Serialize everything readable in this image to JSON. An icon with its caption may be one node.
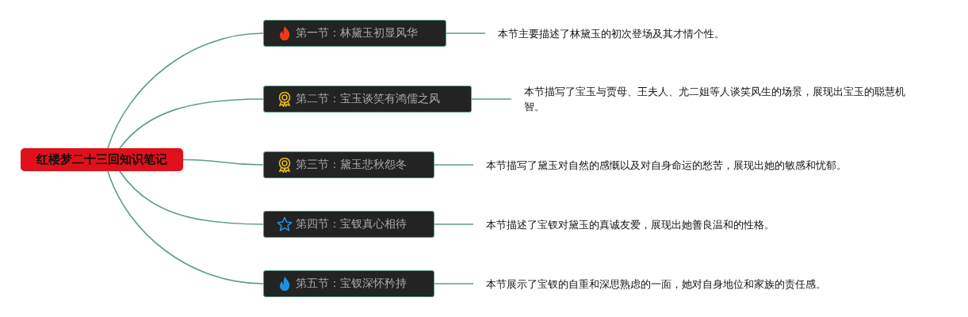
{
  "diagram": {
    "nodes": [
      {
        "text": [
          "红楼梦二十三回知识笔记"
        ]
      },
      {
        "text": [
          "第一节：林黛玉初显风华"
        ]
      },
      {
        "text": [
          "第二节：宝玉谈笑有鸿儒之风"
        ]
      },
      {
        "text": [
          "第三节：黛玉悲秋怨冬"
        ]
      },
      {
        "text": [
          "第四节：宝钗真心相待"
        ]
      },
      {
        "text": [
          "第五节：宝钗深怀矜持"
        ]
      },
      {
        "text": [
          "本节主要描述了林黛玉的初次登场及其才情个性。"
        ]
      },
      {
        "text": [
          "本节描写了宝玉与贾母、王夫人、尤二姐等人谈笑风生的场景，展现出宝玉的聪慧机智。"
        ]
      },
      {
        "text": [
          "本节描写了黛玉对自然的感慨以及对自身命运的愁苦，展现出她的敏感和忧郁。"
        ]
      },
      {
        "text": [
          "本节描述了宝钗对黛玉的真诚友爱，展现出她善良温和的性格。"
        ]
      },
      {
        "text": [
          "本节展示了宝钗的自重和深思熟虑的一面，她对自身地位和家族的责任感。"
        ]
      }
    ],
    "edges": [
      {
        "from": 0,
        "to": 1,
        "arrow": "none"
      },
      {
        "from": 0,
        "to": 2,
        "arrow": "none"
      },
      {
        "from": 0,
        "to": 3,
        "arrow": "none"
      },
      {
        "from": 0,
        "to": 4,
        "arrow": "none"
      },
      {
        "from": 0,
        "to": 5,
        "arrow": "none"
      },
      {
        "from": 1,
        "to": 6,
        "arrow": "none"
      },
      {
        "from": 2,
        "to": 7,
        "arrow": "none"
      },
      {
        "from": 3,
        "to": 8,
        "arrow": "none"
      },
      {
        "from": 4,
        "to": 9,
        "arrow": "none"
      },
      {
        "from": 5,
        "to": 10,
        "arrow": "none"
      }
    ]
  }
}
